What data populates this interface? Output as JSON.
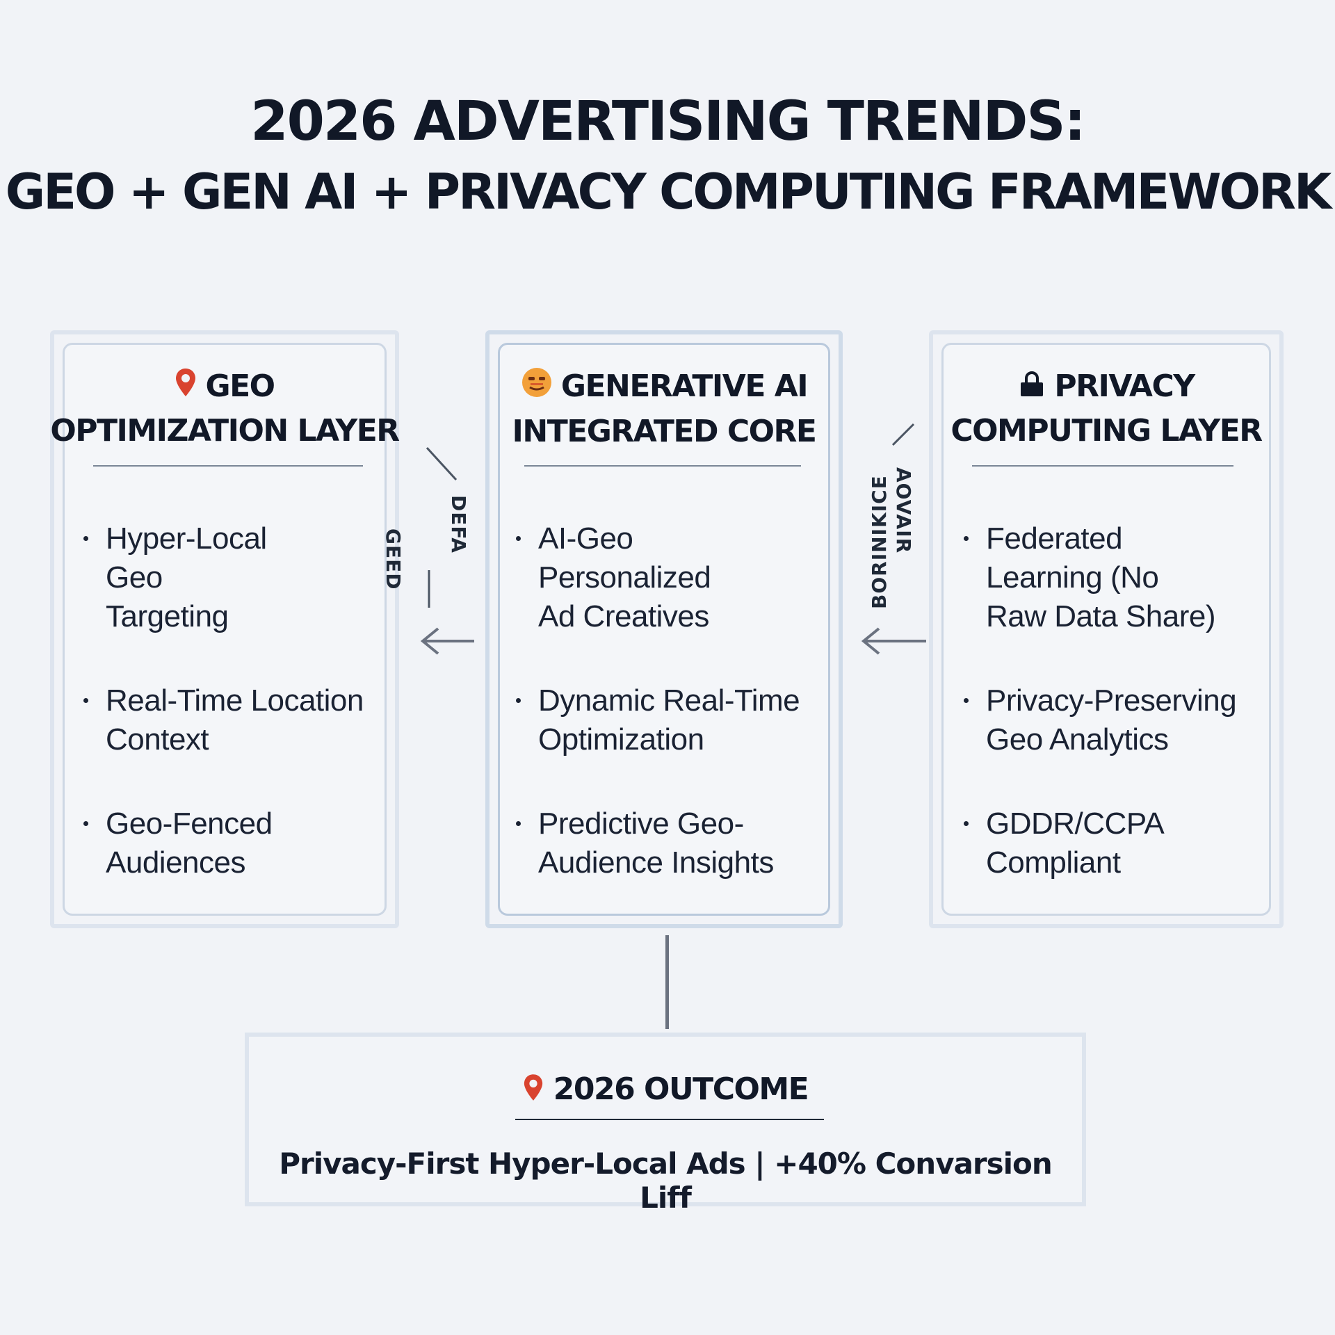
{
  "title": {
    "line1": "2026 ADVERTISING TRENDS:",
    "line2": "GEO + GEN AI + PRIVACY COMPUTING FRAMEWORK"
  },
  "cards": [
    {
      "icon": "map-pin-icon",
      "heading_line1": "GEO",
      "heading_line2": "OPTIMIZATION LAYER",
      "bullets": [
        "Hyper-Local\nGeo\nTargeting",
        "Real-Time Location\nContext",
        "Geo-Fenced\nAudiences"
      ]
    },
    {
      "icon": "ai-face-icon",
      "heading_line1": "GENERATIVE AI",
      "heading_line2": "INTEGRATED CORE",
      "bullets": [
        "AI-Geo\nPersonalized\nAd Creatives",
        "Dynamic Real-Time\nOptimization",
        "Predictive Geo-\nAudience Insights"
      ]
    },
    {
      "icon": "lock-icon",
      "heading_line1": "PRIVACY",
      "heading_line2": "COMPUTING LAYER",
      "bullets": [
        "Federated\nLearning (No\nRaw Data Share)",
        "Privacy-Preserving\nGeo Analytics",
        "GDDR/CCPA\nCompliant"
      ]
    }
  ],
  "flow_labels": {
    "left_col1": "GEED",
    "left_col2": "DEFA",
    "right_col1": "BORINIKICE",
    "right_col2": "AOVAIR"
  },
  "outcome": {
    "icon": "map-pin-icon",
    "heading": "2026 OUTCOME",
    "text": "Privacy-First Hyper-Local Ads | +40% Convarsion Liff"
  },
  "colors": {
    "pin": "#d9432f",
    "ai_face": "#f2a03a",
    "text_dark": "#111827",
    "card_border": "#cdd7e4",
    "background": "#f1f3f7"
  }
}
